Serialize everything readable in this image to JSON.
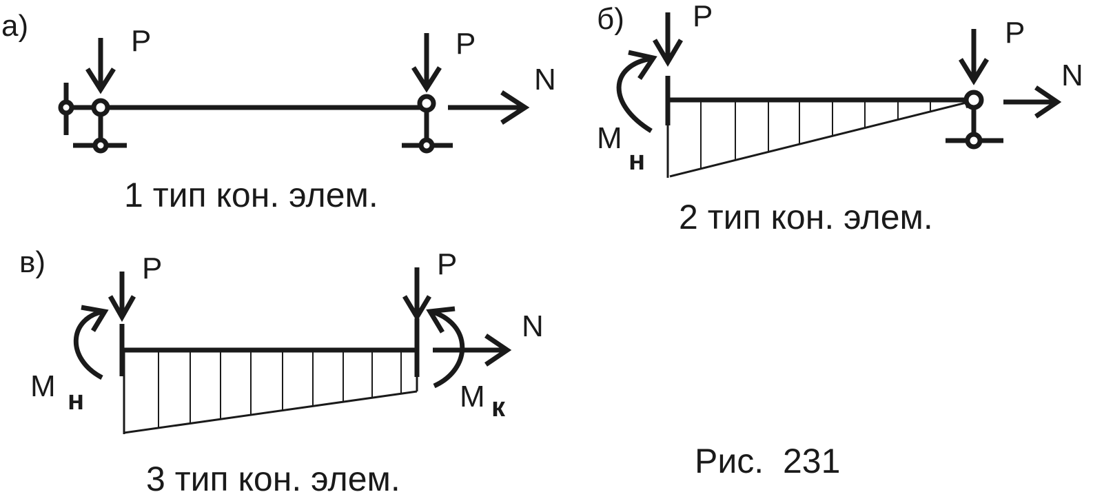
{
  "figure": {
    "caption": "Рис.  231"
  },
  "panels": [
    {
      "id": "a",
      "letter": "а)",
      "caption": "1 тип кон. элем.",
      "load_left": "P",
      "load_right": "P",
      "axial": "N"
    },
    {
      "id": "b",
      "letter": "б)",
      "caption": "2 тип кон. элем.",
      "load_left": "P",
      "load_right": "P",
      "axial": "N",
      "moment_start": "M",
      "moment_start_sub": "н"
    },
    {
      "id": "v",
      "letter": "в)",
      "caption": "3 тип кон. элем.",
      "load_left": "P",
      "load_right": "P",
      "axial": "N",
      "moment_start": "M",
      "moment_start_sub": "н",
      "moment_end": "M",
      "moment_end_sub": "к"
    }
  ]
}
